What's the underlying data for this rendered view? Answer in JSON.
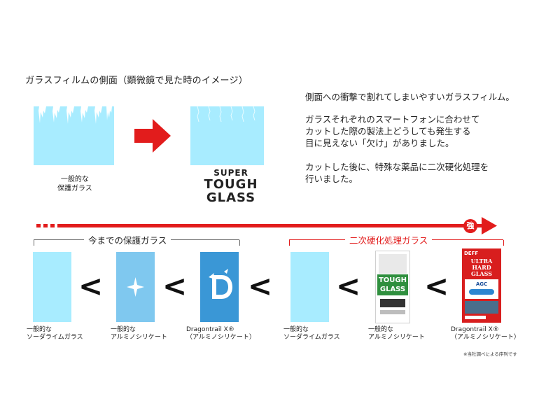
{
  "title": "ガラスフィルムの側面（顕微鏡で見た時のイメージ）",
  "description": {
    "line1": "側面への衝撃で割れてしまいやすいガラスフィルム。",
    "line2": "ガラスそれぞれのスマートフォンに合わせて\nカットした際の製法上どうしても発生する\n目に見えない「欠け」がありました。",
    "line3": "カットした後に、特殊な薬品に二次硬化処理を\n行いました。"
  },
  "comparison": {
    "normal_label": "一般的な\n保護ガラス",
    "brand_line1": "SUPER",
    "brand_line2": "TOUGH",
    "brand_line3": "GLASS"
  },
  "strength_marker": "強",
  "groups": {
    "previous": "今までの保護ガラス",
    "secondary": "二次硬化処理ガラス"
  },
  "less_than": "<",
  "items": [
    {
      "label": "一般的な\nソーダライムガラス"
    },
    {
      "label": "一般的な\nアルミノシリケート"
    },
    {
      "label": "Dragontrail X®\n（アルミノシリケート）"
    },
    {
      "label": "一般的な\nソーダライムガラス"
    },
    {
      "label": "一般的な\nアルミノシリケート"
    },
    {
      "label": "Dragontrail X®\n（アルミノシリケート）"
    }
  ],
  "packages": {
    "tough": {
      "line1": "TOUGH",
      "line2": "GLASS"
    },
    "ultra": {
      "line1": "ULTRA",
      "line2": "HARD",
      "line3": "GLASS",
      "badge": "AGC",
      "logo": "DEFF"
    }
  },
  "footnote": "※当社調べによる序列です",
  "colors": {
    "glass": "#a8ecff",
    "arrow_red": "#e21c1c",
    "tile_blue": "#7fc8ef",
    "dragon_blue": "#3a97d6"
  }
}
